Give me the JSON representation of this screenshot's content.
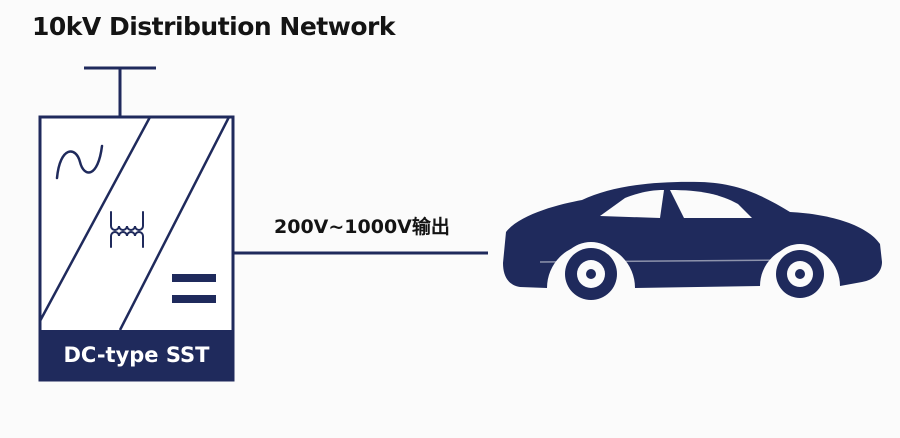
{
  "diagram": {
    "title": "10kV Distribution Network",
    "output_label": "200V~1000V输出",
    "converter_label": "DC-type SST",
    "icons": [
      "ac-sine-icon",
      "transformer-coil-icon",
      "dc-equals-icon",
      "electric-car-icon"
    ],
    "colors": {
      "navy": "#1f2a5c",
      "text": "#141414",
      "background": "#fbfbfb"
    }
  }
}
